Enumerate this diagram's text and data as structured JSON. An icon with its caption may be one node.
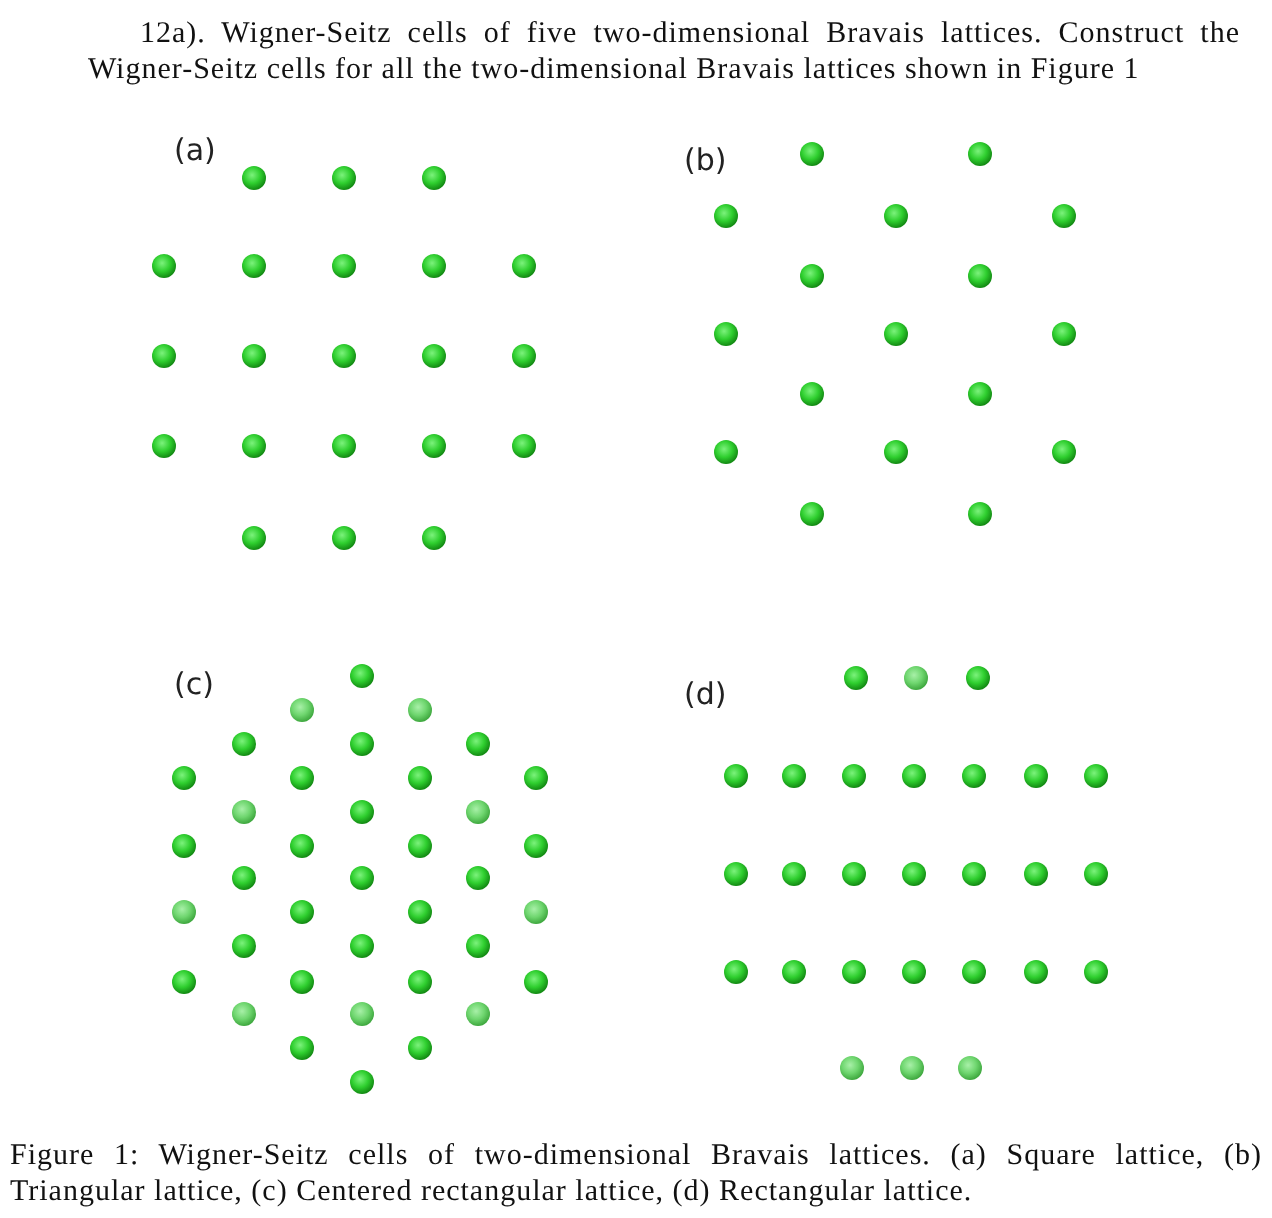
{
  "diagram": {
    "title": "12a). Wigner-Seitz cells of five two-dimensional Bravais lattices. Construct the Wigner-Seitz cells for all the two-dimensional Bravais lattices shown in Figure 1",
    "caption": "Figure 1: Wigner-Seitz cells of two-dimensional Bravais lattices. (a) Square lattice, (b) Triangular lattice, (c) Centered rectangular lattice, (d) Rectangular lattice.",
    "labels": [
      "(a)",
      "(b)",
      "(c)",
      "(d)"
    ]
  }
}
